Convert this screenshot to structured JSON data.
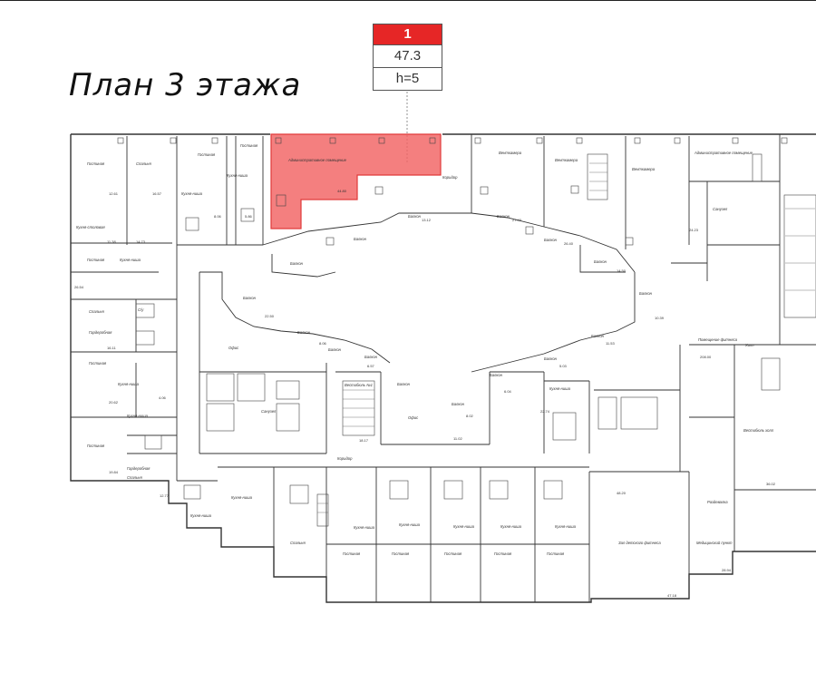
{
  "title": "План 3 этажа",
  "legend": {
    "unit_number": "1",
    "area": "47.3",
    "height": "h=5"
  },
  "colors": {
    "highlight": "#f26363",
    "highlight_stroke": "#e03a3a",
    "wall": "#333333",
    "legend_red": "#e62626"
  },
  "rooms": {
    "admin": "Административное помещение",
    "admin_area": "44.80",
    "corridor_top": "Коридор",
    "corridor_bottom": "Коридор",
    "vent_1": "Венткамера",
    "vent_2": "Венткамера",
    "vent_3": "Венткамера",
    "admin_right": "Административное помещение",
    "balcony": "Балкон",
    "office": "Офис",
    "office_2": "Офис",
    "hall": "Вестибюль №1",
    "kitchen": "Кухня-ниша",
    "living": "Гостиная",
    "bedroom": "Спальня",
    "wardrobe": "Гардеробная",
    "kitchen_living": "Кухня-столовая",
    "bath": "С/у",
    "sanitary": "Санузел",
    "game_hall": "Зал детского фитнеса",
    "med_room": "Медицинский пункт",
    "dressing": "Раздевалка",
    "hall_small": "Холл",
    "fitness": "Помещение фитнеса",
    "lobby_w": "Вестибюль холл"
  },
  "areas": [
    "12.61",
    "16.57",
    "11.38",
    "14.73",
    "8.06",
    "5.86",
    "26.54",
    "16.11",
    "20.62",
    "4.06",
    "19.84",
    "12.77",
    "22.50",
    "8.06",
    "6.57",
    "13.12",
    "27.40",
    "26.40",
    "14.50",
    "10.39",
    "11.53",
    "5.03",
    "6.04",
    "8.02",
    "18.17",
    "11.02",
    "22.74",
    "48.20",
    "47.18",
    "208.00",
    "36.02",
    "28.94",
    "24.23"
  ]
}
